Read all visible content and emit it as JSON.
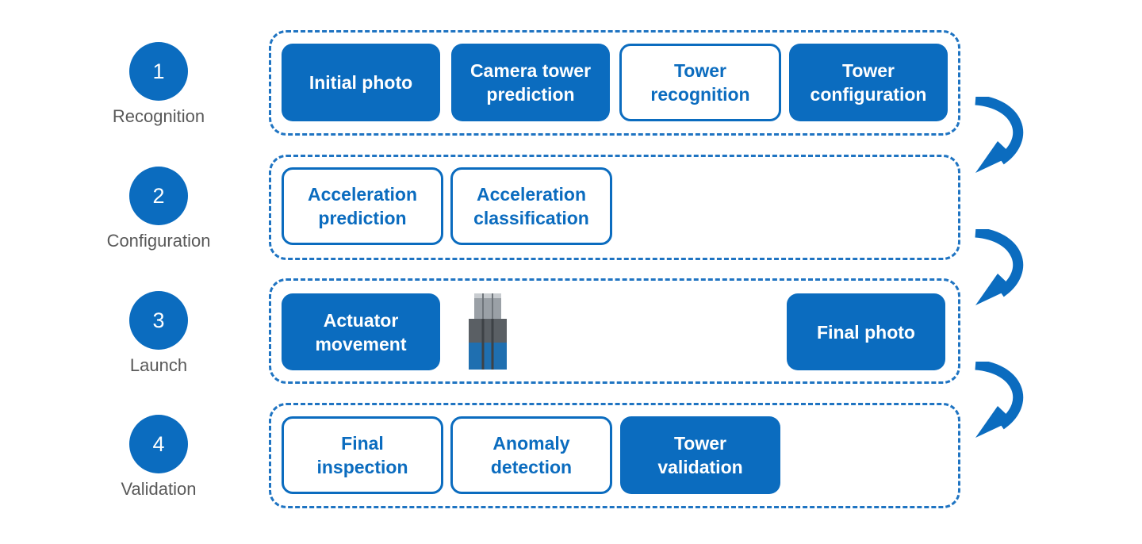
{
  "colors": {
    "primary": "#0b6cbf",
    "dashed": "#1f74c2",
    "label": "#595959"
  },
  "steps": [
    {
      "number": "1",
      "label": "Recognition"
    },
    {
      "number": "2",
      "label": "Configuration"
    },
    {
      "number": "3",
      "label": "Launch"
    },
    {
      "number": "4",
      "label": "Validation"
    }
  ],
  "stages": {
    "recognition": [
      "Initial photo",
      "Camera tower\nprediction",
      "Tower\nrecognition",
      "Tower\nconfiguration"
    ],
    "configuration": [
      "Acceleration\nprediction",
      "Acceleration\nclassification"
    ],
    "launch": [
      "Actuator\nmovement",
      "Final photo"
    ],
    "validation": [
      "Final\ninspection",
      "Anomaly\ndetection",
      "Tower\nvalidation"
    ]
  },
  "icons": {
    "arrow": "curved-arrow-icon",
    "actuator": "actuator-icon"
  }
}
